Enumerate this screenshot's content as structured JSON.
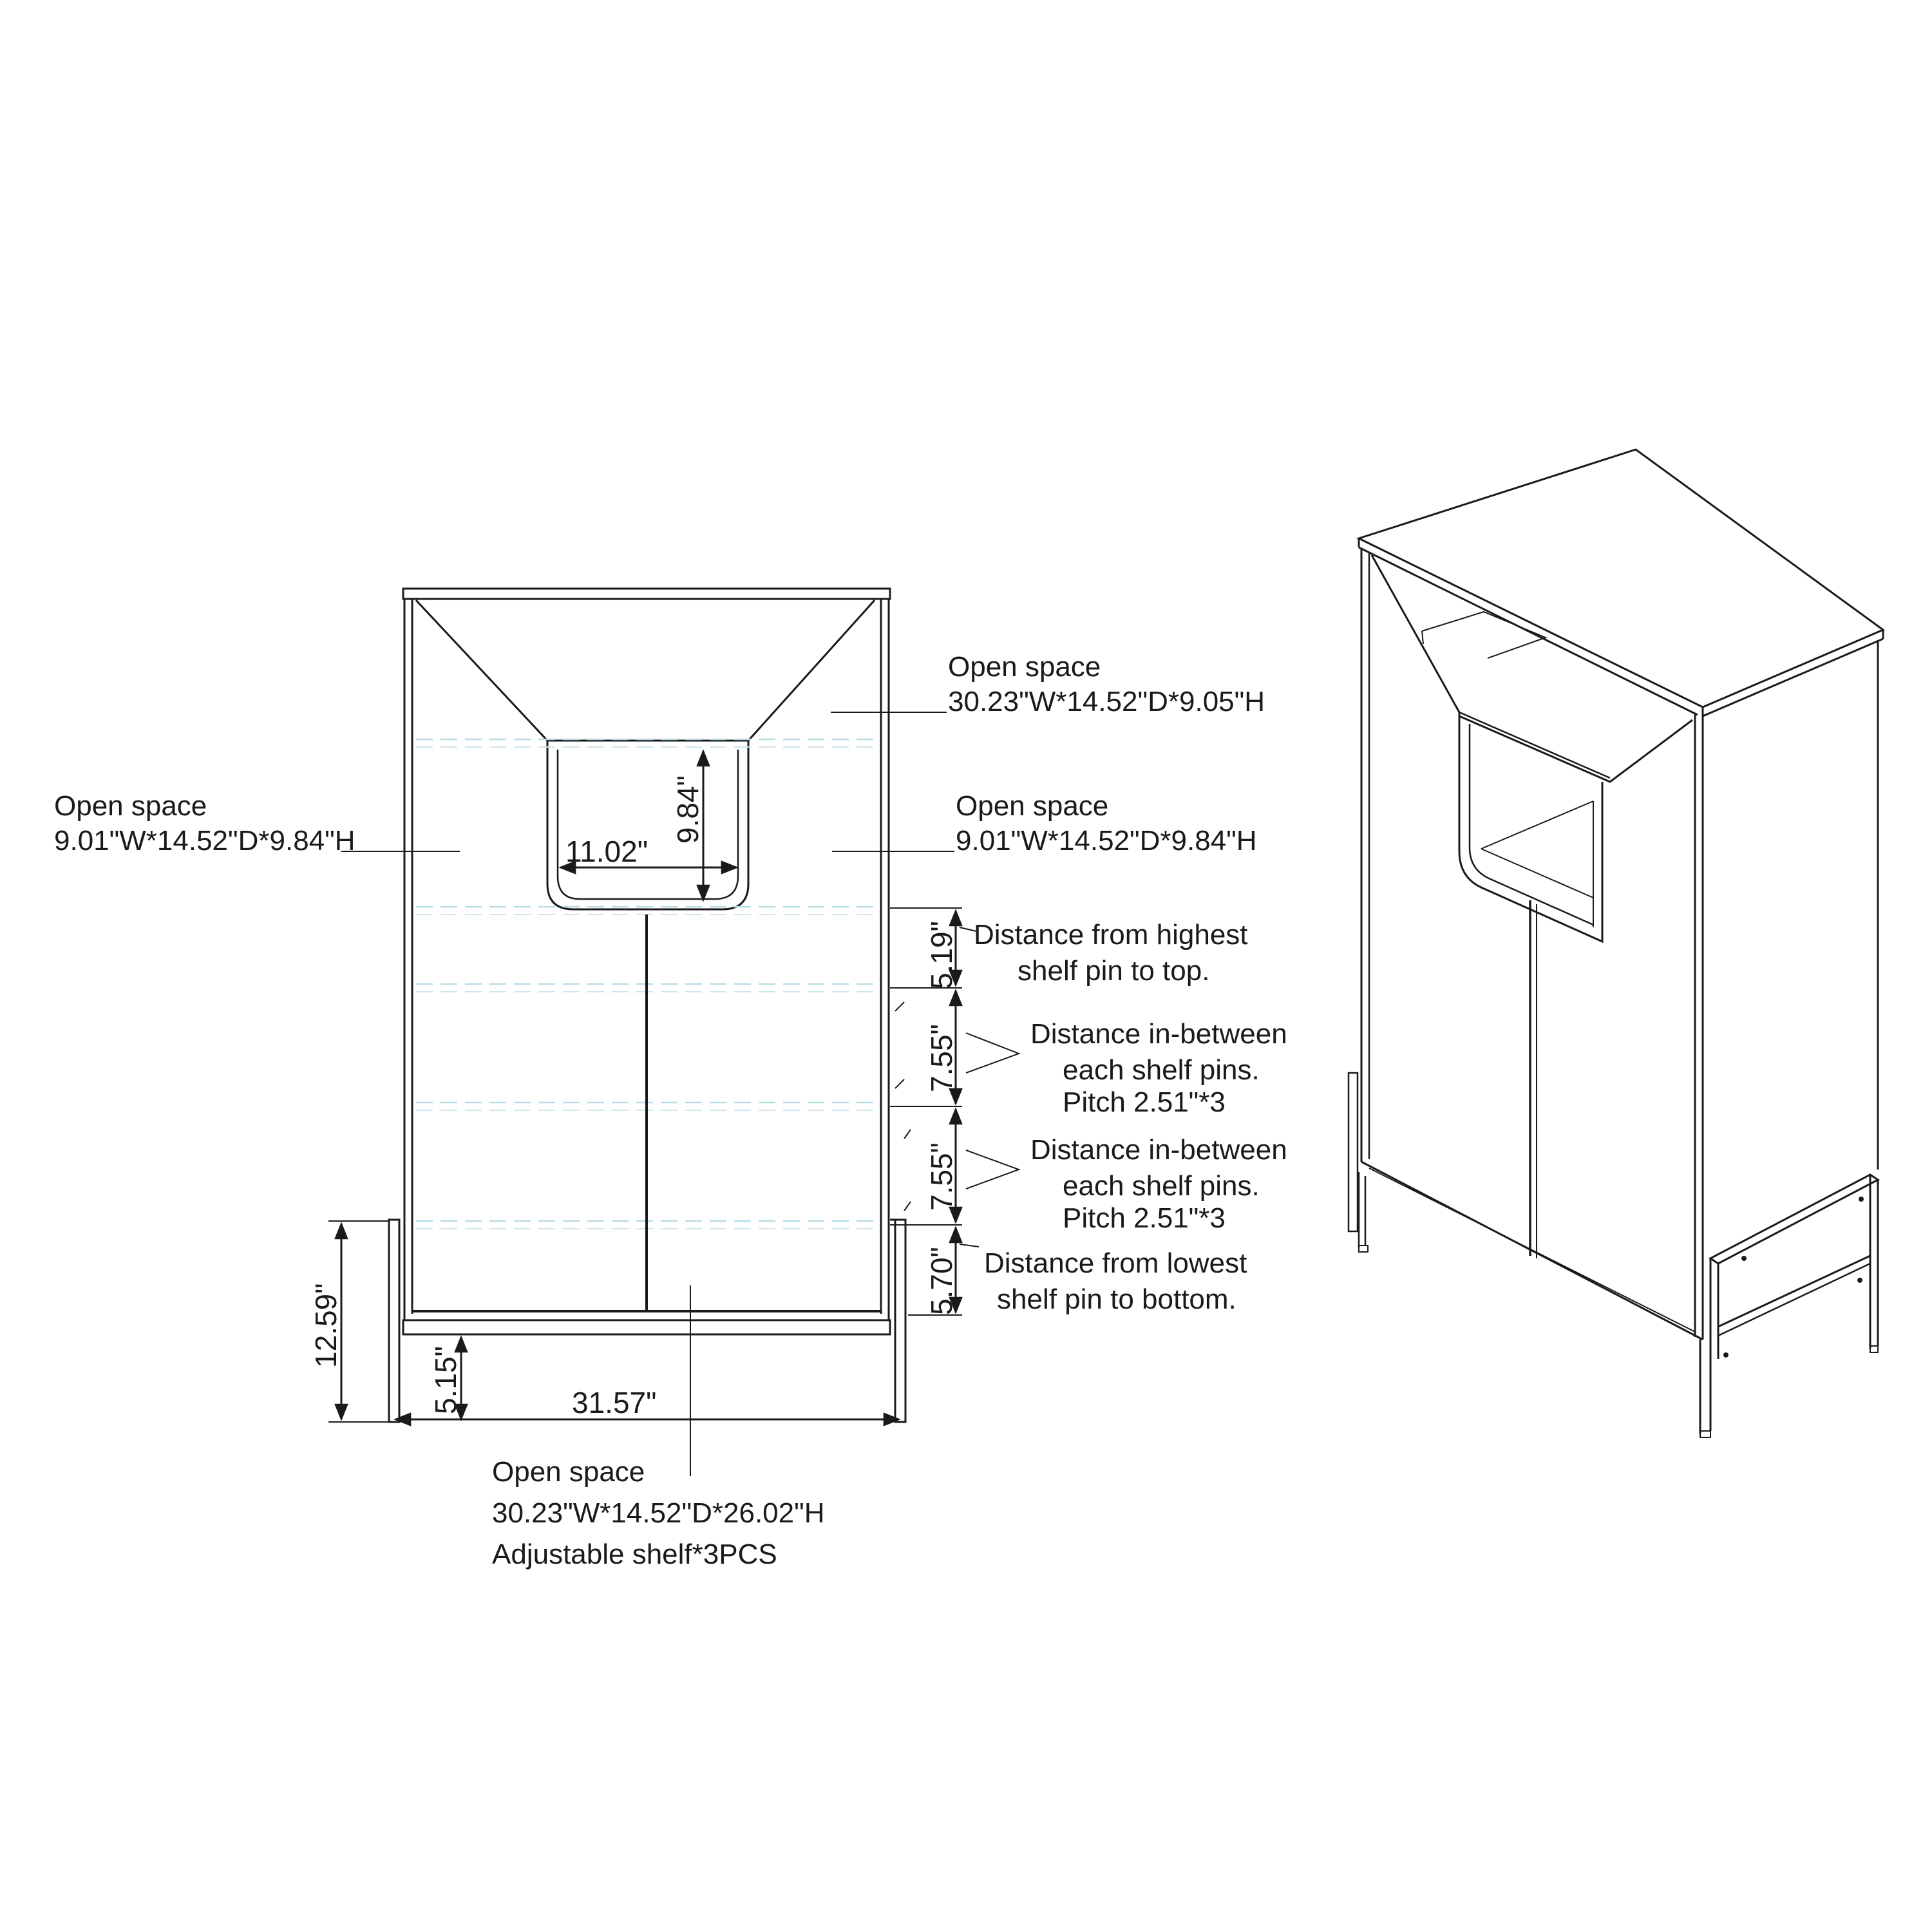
{
  "labels": {
    "top_space_title": "Open space",
    "top_space_dims": "30.23\"W*14.52\"D*9.05\"H",
    "left_space_title": "Open space",
    "left_space_dims": "9.01\"W*14.52\"D*9.84\"H",
    "right_space_title": "Open space",
    "right_space_dims": "9.01\"W*14.52\"D*9.84\"H",
    "bottom_space_title": "Open space",
    "bottom_space_dims": "30.23\"W*14.52\"D*26.02\"H",
    "bottom_space_shelves": "Adjustable shelf*3PCS",
    "top_pin_line1": "Distance from highest",
    "top_pin_line2": "shelf pin to top.",
    "between_a_line1": "Distance in-between",
    "between_a_line2": "each shelf pins.",
    "between_a_line3": "Pitch 2.51\"*3",
    "between_b_line1": "Distance in-between",
    "between_b_line2": "each shelf pins.",
    "between_b_line3": "Pitch 2.51\"*3",
    "bottom_pin_line1": "Distance from lowest",
    "bottom_pin_line2": "shelf pin to bottom."
  },
  "dimensions": {
    "niche_width": "11.02\"",
    "niche_height": "9.84\"",
    "pin_to_top": "5.19\"",
    "pin_pitch_a": "7.55\"",
    "pin_pitch_b": "7.55\"",
    "pin_to_bottom": "5.70\"",
    "leg_height": "12.59\"",
    "floor_clearance": "5.15\"",
    "overall_width": "31.57\""
  }
}
